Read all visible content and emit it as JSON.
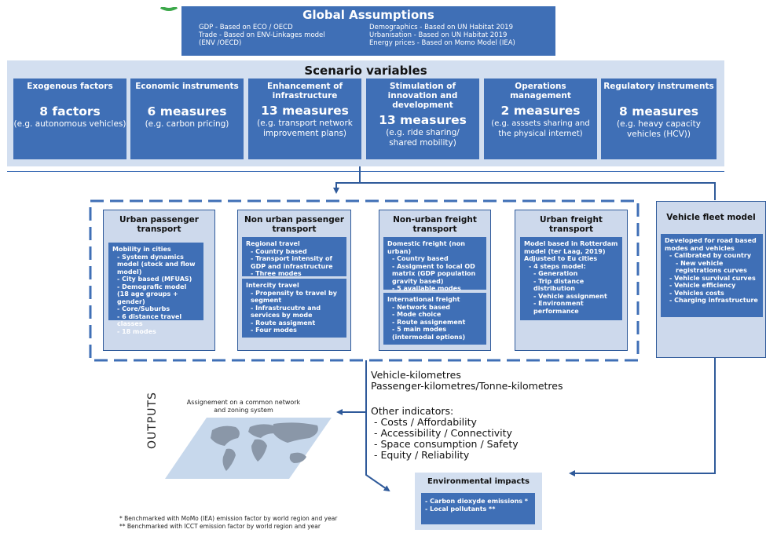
{
  "global": {
    "title": "Global Assumptions",
    "left_lines": [
      "GDP - Based on ECO / OECD",
      "Trade - Based on ENV-Linkages model",
      "(ENV /OECD)"
    ],
    "right_lines": [
      "Demographics - Based on UN Habitat 2019",
      "Urbanisation - Based on UN Habitat 2019",
      "Energy prices - Based on Momo Model (IEA)"
    ]
  },
  "scenario": {
    "title": "Scenario variables",
    "columns": [
      {
        "title": "Exogenous factors",
        "count": "8 factors",
        "example": "(e.g. autonomous vehicles)"
      },
      {
        "title": "Economic instruments",
        "count": "6 measures",
        "example": "(e.g. carbon pricing)"
      },
      {
        "title": "Enhancement of infrastructure",
        "count": "13 measures",
        "example": "(e.g. transport network improvement plans)"
      },
      {
        "title": "Stimulation of innovation and development",
        "count": "13 measures",
        "example": "(e.g. ride sharing/ shared mobility)"
      },
      {
        "title": "Operations management",
        "count": "2 measures",
        "example": "(e.g. asssets sharing and the physical internet)"
      },
      {
        "title": "Regulatory instruments",
        "count": "8 measures",
        "example": "(e.g. heavy capacity vehicles (HCV))"
      }
    ]
  },
  "models": {
    "urban_passenger": {
      "title": "Urban passenger transport",
      "heading": "Mobility in cities",
      "items": [
        "- System dynamics model (stock and flow model)",
        "- City based (MFUAS)",
        "- Demografic model (18 age groups + gender)",
        "- Core/Suburbs",
        "- 6 distance travel classes",
        "- 18 modes"
      ]
    },
    "non_urban_passenger": {
      "title": "Non urban passenger transport",
      "box1_heading": "Regional travel",
      "box1_items": [
        "- Country based",
        "- Transport intensity of GDP and infrastructure",
        "- Three modes"
      ],
      "box2_heading": "Intercity travel",
      "box2_items": [
        "- Propensity to travel by segment",
        "- Infrastrucutre and services by mode",
        "- Route assigment",
        "- Four modes"
      ]
    },
    "non_urban_freight": {
      "title": "Non-urban freight transport",
      "box1_heading": "Domestic freight (non urban)",
      "box1_items": [
        "- Country based",
        "- Assigment to local OD matrix (GDP population gravity based)",
        "- 5 available modes"
      ],
      "box2_heading": "International freight",
      "box2_items": [
        "- Network based",
        "- Mode choice",
        "- Route assignement",
        "- 5 main modes (intermodal options)"
      ]
    },
    "urban_freight": {
      "title": "Urban freight transport",
      "heading_lines": [
        "Model based in Rotterdam model (ter Laag, 2019)",
        "Adjusted to Eu cities"
      ],
      "items": [
        "- 4 steps model:",
        "- Generation",
        "- Trip distance distribution",
        "- Vehicle assignment",
        "- Environment performance"
      ]
    },
    "vehicle_fleet": {
      "title": "Vehicle fleet model",
      "heading": "Developed for road based modes and vehicles",
      "items": [
        "- Calibrated by country",
        "- New vehicle registrations curves",
        "- Vehicle survival curves",
        "- Vehicle efficiency",
        "- Vehicles costs",
        "- Charging infrastructure"
      ]
    }
  },
  "outputs": {
    "label": "OUTPUTS",
    "map_caption": "Assignement on a common network and zoning system",
    "primary": [
      "Vehicle-kilometres",
      "Passenger-kilometres/Tonne-kilometres"
    ],
    "other_heading": "Other indicators:",
    "other_items": [
      "- Costs / Affordability",
      "- Accessibility / Connectivity",
      "- Space consumption / Safety",
      "- Equity / Reliability"
    ]
  },
  "environment": {
    "title": "Environmental impacts",
    "items": [
      "- Carbon dioxyde emissions *",
      "- Local pollutants **"
    ]
  },
  "footnotes": [
    "* Benchmarked with MoMo (IEA) emission factor by world region and year",
    "** Benchmarked with ICCT emission factor by world region and year"
  ],
  "colors": {
    "accent": "#3f6fb6",
    "panel": "#d3dff0",
    "arrow": "#2f5a9a",
    "logo_green": "#3ca84a"
  }
}
